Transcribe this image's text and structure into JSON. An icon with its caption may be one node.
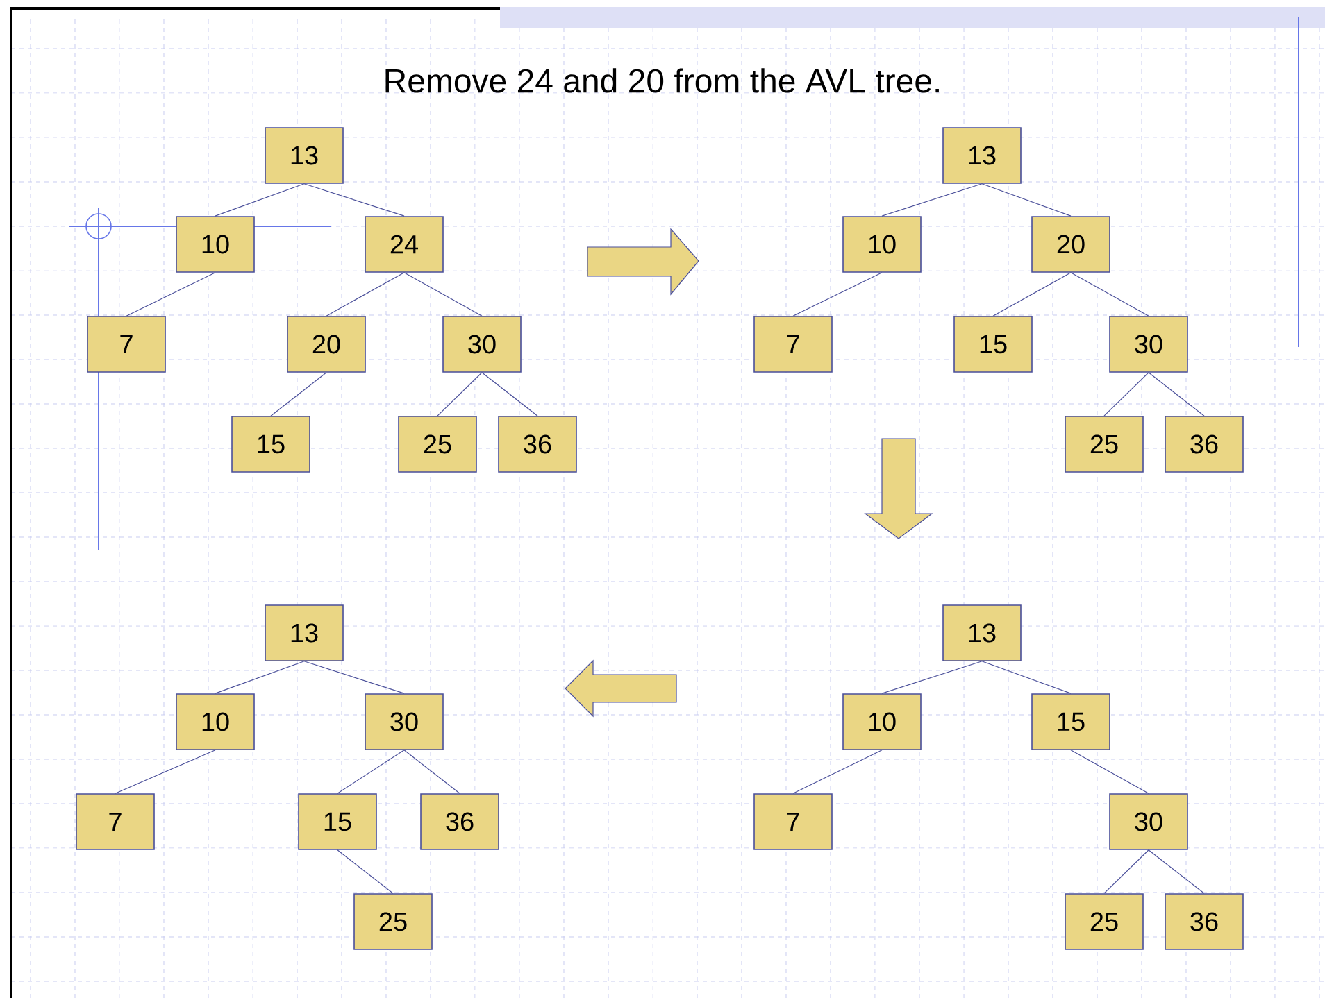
{
  "diagram": {
    "title": "Remove 24 and 20 from the AVL tree.",
    "nodes": [
      {
        "text": [
          "13"
        ]
      },
      {
        "text": [
          "10"
        ]
      },
      {
        "text": [
          "24"
        ]
      },
      {
        "text": [
          "7"
        ]
      },
      {
        "text": [
          "20"
        ]
      },
      {
        "text": [
          "30"
        ]
      },
      {
        "text": [
          "15"
        ]
      },
      {
        "text": [
          "25"
        ]
      },
      {
        "text": [
          "36"
        ]
      },
      {
        "text": [
          "13"
        ]
      },
      {
        "text": [
          "10"
        ]
      },
      {
        "text": [
          "20"
        ]
      },
      {
        "text": [
          "7"
        ]
      },
      {
        "text": [
          "15"
        ]
      },
      {
        "text": [
          "30"
        ]
      },
      {
        "text": [
          "25"
        ]
      },
      {
        "text": [
          "36"
        ]
      },
      {
        "text": [
          "13"
        ]
      },
      {
        "text": [
          "10"
        ]
      },
      {
        "text": [
          "30"
        ]
      },
      {
        "text": [
          "7"
        ]
      },
      {
        "text": [
          "15"
        ]
      },
      {
        "text": [
          "36"
        ]
      },
      {
        "text": [
          "25"
        ]
      },
      {
        "text": [
          "13"
        ]
      },
      {
        "text": [
          "10"
        ]
      },
      {
        "text": [
          "15"
        ]
      },
      {
        "text": [
          "7"
        ]
      },
      {
        "text": [
          "30"
        ]
      },
      {
        "text": [
          "25"
        ]
      },
      {
        "text": [
          "36"
        ]
      }
    ],
    "edges": [
      {
        "from": 0,
        "to": 1,
        "arrow": "none"
      },
      {
        "from": 0,
        "to": 2,
        "arrow": "none"
      },
      {
        "from": 1,
        "to": 3,
        "arrow": "none"
      },
      {
        "from": 2,
        "to": 4,
        "arrow": "none"
      },
      {
        "from": 2,
        "to": 5,
        "arrow": "none"
      },
      {
        "from": 4,
        "to": 6,
        "arrow": "none"
      },
      {
        "from": 5,
        "to": 7,
        "arrow": "none"
      },
      {
        "from": 5,
        "to": 8,
        "arrow": "none"
      },
      {
        "from": 9,
        "to": 10,
        "arrow": "none"
      },
      {
        "from": 9,
        "to": 11,
        "arrow": "none"
      },
      {
        "from": 10,
        "to": 12,
        "arrow": "none"
      },
      {
        "from": 11,
        "to": 13,
        "arrow": "none"
      },
      {
        "from": 11,
        "to": 14,
        "arrow": "none"
      },
      {
        "from": 14,
        "to": 15,
        "arrow": "none"
      },
      {
        "from": 14,
        "to": 16,
        "arrow": "none"
      },
      {
        "from": 17,
        "to": 18,
        "arrow": "none"
      },
      {
        "from": 17,
        "to": 19,
        "arrow": "none"
      },
      {
        "from": 18,
        "to": 20,
        "arrow": "none"
      },
      {
        "from": 19,
        "to": 21,
        "arrow": "none"
      },
      {
        "from": 19,
        "to": 22,
        "arrow": "none"
      },
      {
        "from": 21,
        "to": 23,
        "arrow": "none"
      },
      {
        "from": 24,
        "to": 25,
        "arrow": "none"
      },
      {
        "from": 24,
        "to": 26,
        "arrow": "none"
      },
      {
        "from": 25,
        "to": 27,
        "arrow": "none"
      },
      {
        "from": 26,
        "to": 28,
        "arrow": "none"
      },
      {
        "from": 28,
        "to": 29,
        "arrow": "none"
      },
      {
        "from": 28,
        "to": 30,
        "arrow": "none"
      }
    ]
  }
}
